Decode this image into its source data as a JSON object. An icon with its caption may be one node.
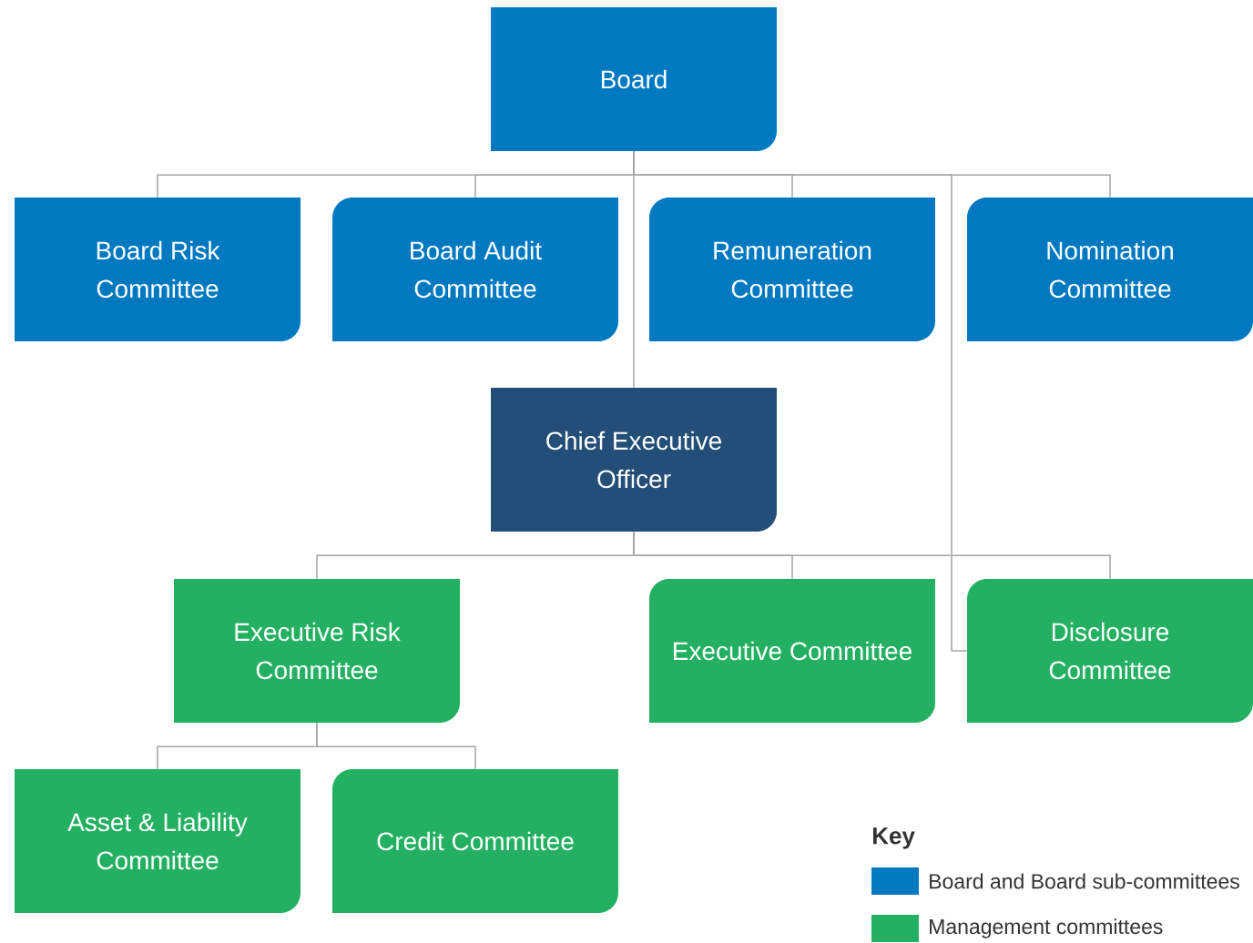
{
  "diagram": {
    "nodes": [
      {
        "text": [
          "Board"
        ]
      },
      {
        "text": [
          "Board Risk Committee"
        ]
      },
      {
        "text": [
          "Board Audit Committee"
        ]
      },
      {
        "text": [
          "Remuneration Committee"
        ]
      },
      {
        "text": [
          "Nomination Committee"
        ]
      },
      {
        "text": [
          "Chief Executive Officer"
        ]
      },
      {
        "text": [
          "Executive Risk Committee"
        ]
      },
      {
        "text": [
          "Executive Committee"
        ]
      },
      {
        "text": [
          "Disclosure Committee"
        ]
      },
      {
        "text": [
          "Asset & Liability Committee"
        ]
      },
      {
        "text": [
          "Credit Committee"
        ]
      }
    ],
    "edges": [
      {
        "from": 0,
        "to": 1,
        "arrow": "none"
      },
      {
        "from": 0,
        "to": 2,
        "arrow": "none"
      },
      {
        "from": 0,
        "to": 3,
        "arrow": "none"
      },
      {
        "from": 0,
        "to": 4,
        "arrow": "none"
      },
      {
        "from": 0,
        "to": 5,
        "arrow": "none"
      },
      {
        "from": 0,
        "to": 8,
        "arrow": "none"
      },
      {
        "from": 5,
        "to": 6,
        "arrow": "none"
      },
      {
        "from": 5,
        "to": 7,
        "arrow": "none"
      },
      {
        "from": 5,
        "to": 8,
        "arrow": "none"
      },
      {
        "from": 6,
        "to": 9,
        "arrow": "none"
      },
      {
        "from": 6,
        "to": 10,
        "arrow": "none"
      }
    ],
    "labels": [
      "Key"
    ],
    "legend": [
      {
        "text": "Board and Board sub-committees",
        "color": "#0079c1"
      },
      {
        "text": "Management committees",
        "color": "#24b062"
      }
    ]
  }
}
